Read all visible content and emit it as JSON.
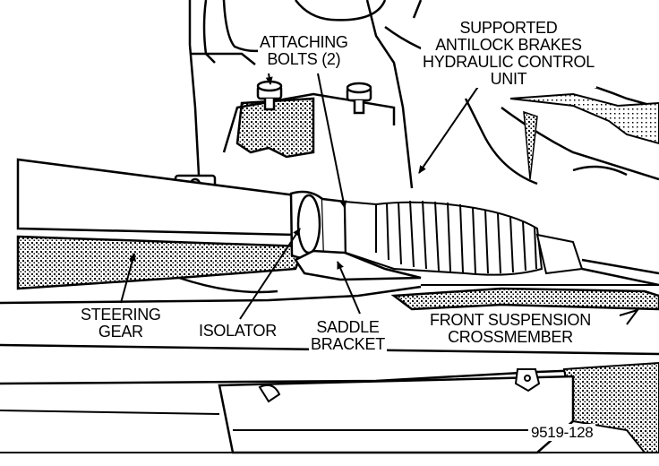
{
  "labels": {
    "attaching_bolts": [
      "ATTACHING",
      "BOLTS (2)"
    ],
    "supported_unit": [
      "SUPPORTED",
      "ANTILOCK BRAKES",
      "HYDRAULIC CONTROL",
      "UNIT"
    ],
    "steering_gear": [
      "STEERING",
      "GEAR"
    ],
    "isolator": [
      "ISOLATOR"
    ],
    "saddle_bracket": [
      "SADDLE",
      "BRACKET"
    ],
    "front_suspension_crossmember": [
      "FRONT SUSPENSION",
      "CROSSMEMBER"
    ]
  },
  "figure_number": "9519-128",
  "colors": {
    "ink": "#000000",
    "paper": "#ffffff"
  }
}
